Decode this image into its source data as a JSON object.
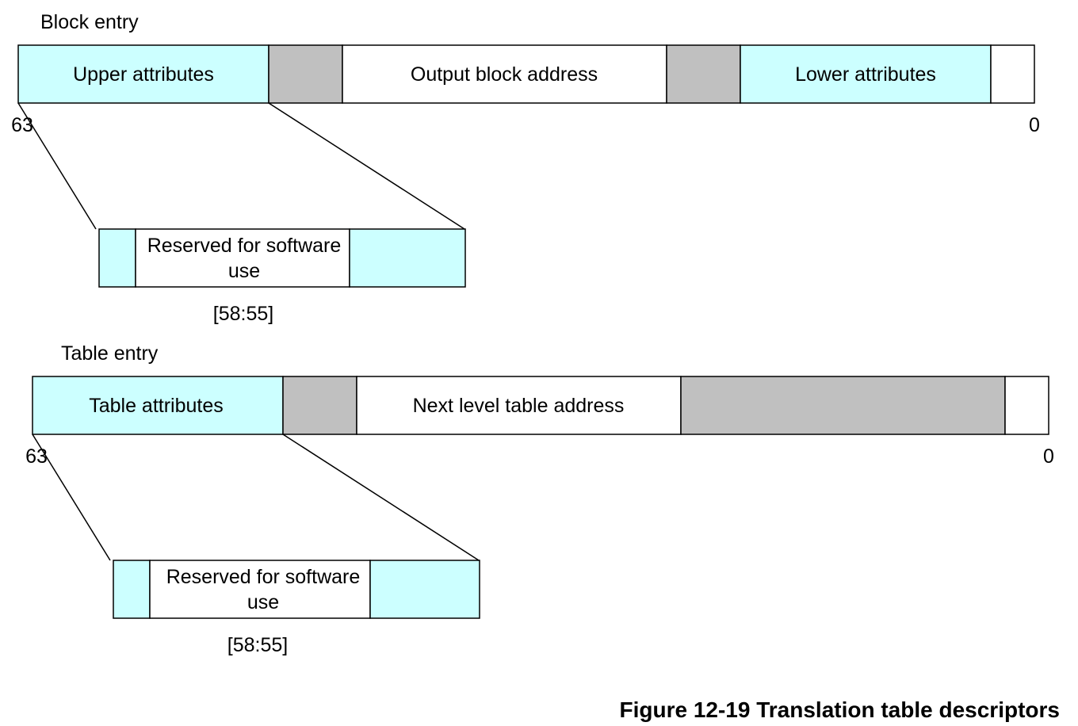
{
  "colors": {
    "attributes_fill": "#ccffff",
    "reserved_fill": "#c0c0c0",
    "field_fill": "#ffffff",
    "border": "#000000"
  },
  "block_entry": {
    "title": "Block entry",
    "upper_attributes": "Upper attributes",
    "output_block_address": "Output block address",
    "lower_attributes": "Lower attributes",
    "msb": "63",
    "lsb": "0",
    "detail": {
      "reserved_line1": "Reserved for software",
      "reserved_line2": "use",
      "bit_range": "[58:55]"
    }
  },
  "table_entry": {
    "title": "Table entry",
    "table_attributes": "Table attributes",
    "next_level_table_address": "Next level table address",
    "msb": "63",
    "lsb": "0",
    "detail": {
      "reserved_line1": "Reserved for software",
      "reserved_line2": "use",
      "bit_range": "[58:55]"
    }
  },
  "caption": "Figure 12-19 Translation table descriptors"
}
